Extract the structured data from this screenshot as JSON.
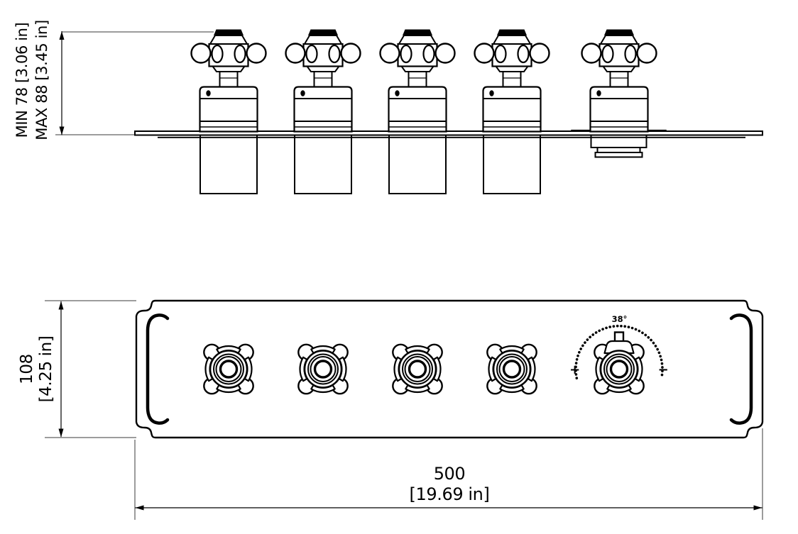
{
  "side_view": {
    "depth_dimension": {
      "min_label": "MIN 78 [3.06 in]",
      "max_label": "MAX 88 [3.45 in]"
    }
  },
  "front_view": {
    "height_dimension": {
      "value_mm": "108",
      "value_in": "[4.25 in]"
    },
    "width_dimension": {
      "value_mm": "500",
      "value_in": "[19.69 in]"
    },
    "thermostat_scale": {
      "temperature": "38°",
      "hotter": "+",
      "colder": "−"
    }
  },
  "colors": {
    "ink": "#000000",
    "background": "#ffffff",
    "dim_line": "#3a3a3a"
  }
}
